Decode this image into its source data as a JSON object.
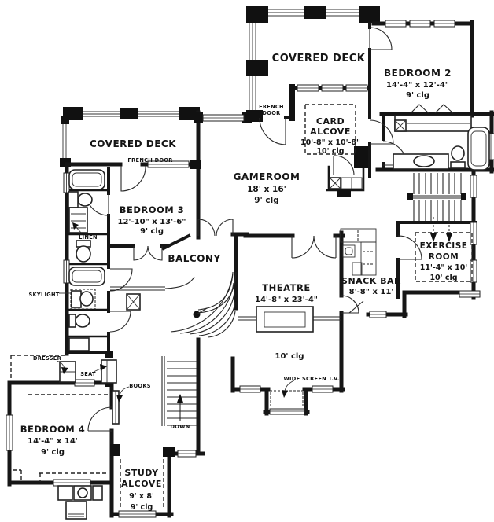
{
  "plan": {
    "type": "architectural-floor-plan",
    "colors": {
      "walls": "#161616",
      "background": "#ffffff"
    },
    "rooms": {
      "covered_deck_top": {
        "name": "COVERED DECK"
      },
      "covered_deck_left": {
        "name": "COVERED DECK"
      },
      "bedroom2": {
        "name": "BEDROOM 2",
        "dims": "14'-4\" x 12'-4\"",
        "ceiling": "9' clg"
      },
      "card_alcove": {
        "name1": "CARD",
        "name2": "ALCOVE",
        "dims": "10'-8\" x 10'-8\"",
        "ceiling": "10' clg"
      },
      "gameroom": {
        "name": "GAMEROOM",
        "dims": "18' x 16'",
        "ceiling": "9' clg"
      },
      "bedroom3": {
        "name": "BEDROOM 3",
        "dims": "12'-10\" x 13'-6\"",
        "ceiling": "9' clg"
      },
      "balcony": {
        "name": "BALCONY"
      },
      "theatre": {
        "name": "THEATRE",
        "dims": "14'-8\" x 23'-4\"",
        "ceiling": "10' clg"
      },
      "snack_bar": {
        "name": "SNACK BAR",
        "dims": "8'-8\" x 11'"
      },
      "exercise_room": {
        "name1": "EXERCISE",
        "name2": "ROOM",
        "dims": "11'-4\" x 10'",
        "ceiling": "10' clg"
      },
      "bedroom4": {
        "name": "BEDROOM 4",
        "dims": "14'-4\" x 14'",
        "ceiling": "9' clg"
      },
      "study_alcove": {
        "name1": "STUDY",
        "name2": "ALCOVE",
        "dims": "9' x 8'",
        "ceiling": "9' clg"
      }
    },
    "annotations": {
      "french_door_top_1": "FRENCH",
      "french_door_top_2": "DOOR",
      "french_door_left": "FRENCH DOOR",
      "linen": "LINEN",
      "skylight": "SKYLIGHT",
      "dresser": "DRESSER",
      "seat": "SEAT",
      "books": "BOOKS",
      "down": "DOWN",
      "wide_screen_tv": "WIDE SCREEN T.V."
    }
  }
}
